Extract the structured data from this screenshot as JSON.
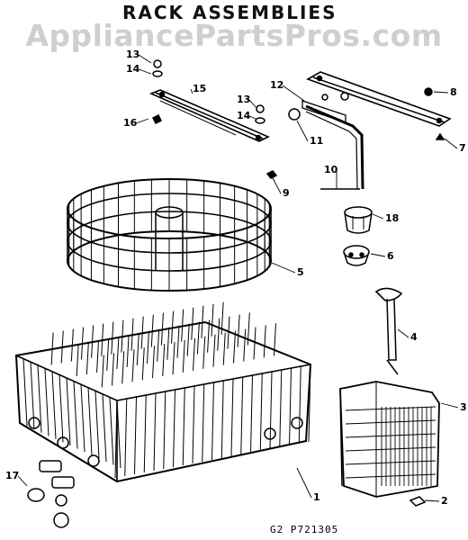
{
  "diagram": {
    "title": "RACK ASSEMBLIES",
    "watermark": "AppliancePartsPros.com",
    "drawing_code": "G2   P721305",
    "callouts": [
      {
        "num": "13"
      },
      {
        "num": "14"
      },
      {
        "num": "15"
      },
      {
        "num": "16"
      },
      {
        "num": "13"
      },
      {
        "num": "14"
      },
      {
        "num": "12"
      },
      {
        "num": "11"
      },
      {
        "num": "8"
      },
      {
        "num": "7"
      },
      {
        "num": "10"
      },
      {
        "num": "9"
      },
      {
        "num": "18"
      },
      {
        "num": "6"
      },
      {
        "num": "5"
      },
      {
        "num": "4"
      },
      {
        "num": "3"
      },
      {
        "num": "1"
      },
      {
        "num": "2"
      },
      {
        "num": "17"
      }
    ]
  }
}
